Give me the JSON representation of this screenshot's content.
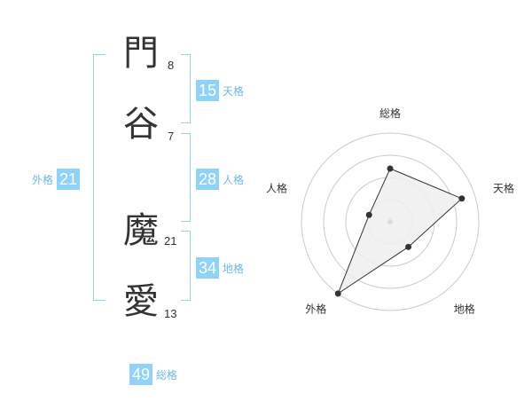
{
  "name_chars": [
    {
      "char": "門",
      "strokes": "8"
    },
    {
      "char": "谷",
      "strokes": "7"
    },
    {
      "char": "魔",
      "strokes": "21"
    },
    {
      "char": "愛",
      "strokes": "13"
    }
  ],
  "kakusu": {
    "tenkaku": {
      "value": "15",
      "label": "天格"
    },
    "jinkaku": {
      "value": "28",
      "label": "人格"
    },
    "chikaku": {
      "value": "34",
      "label": "地格"
    },
    "gaikaku": {
      "value": "21",
      "label": "外格"
    },
    "soukaku": {
      "value": "49",
      "label": "総格"
    }
  },
  "radar": {
    "axes": [
      "総格",
      "天格",
      "地格",
      "外格",
      "人格"
    ],
    "values": [
      0.6,
      0.85,
      0.35,
      1.0,
      0.25
    ],
    "rings": 4,
    "colors": {
      "ring": "#cccccc",
      "fill": "#eeeeee",
      "line": "#333333",
      "accent": "#8fd3fb"
    }
  }
}
